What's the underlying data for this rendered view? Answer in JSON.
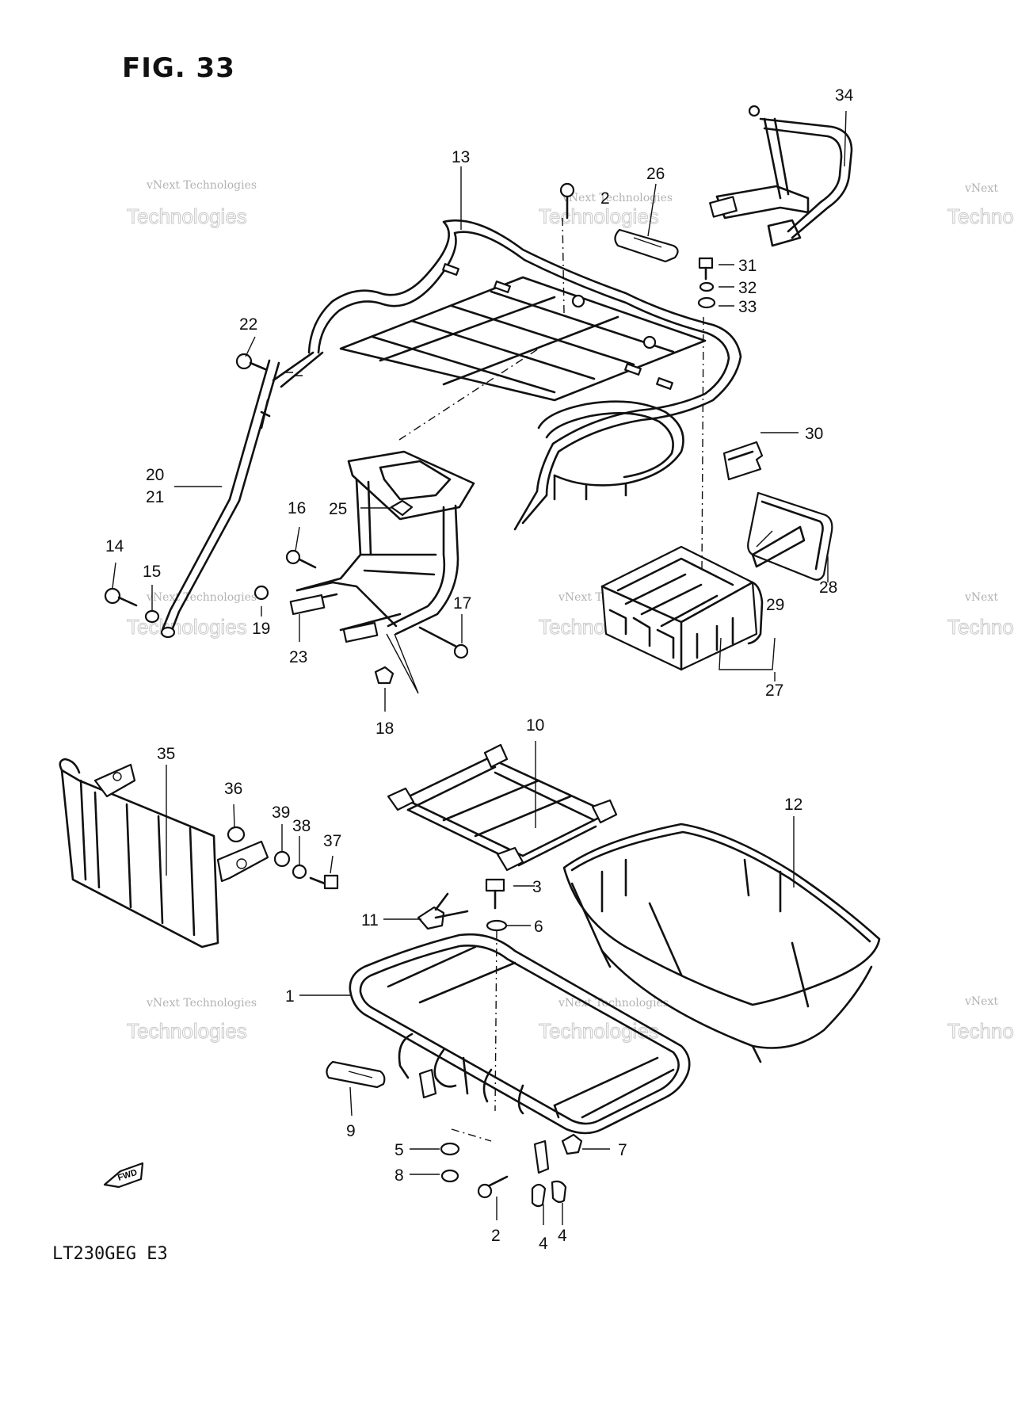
{
  "figure": {
    "title": "FIG. 33",
    "model_code": "LT230GEG  E3",
    "fwd_label": "FWD"
  },
  "watermark": {
    "small": "vNext Technologies",
    "big": "Technologies",
    "mini": "vNext"
  },
  "callouts": {
    "c1": "1",
    "c2": "2",
    "c2b": "2",
    "c3": "3",
    "c4a": "4",
    "c4b": "4",
    "c5": "5",
    "c6": "6",
    "c7": "7",
    "c8": "8",
    "c9": "9",
    "c10": "10",
    "c11": "11",
    "c12": "12",
    "c13": "13",
    "c14": "14",
    "c15": "15",
    "c16": "16",
    "c17": "17",
    "c18": "18",
    "c19": "19",
    "c20": "20",
    "c21": "21",
    "c22": "22",
    "c23": "23",
    "c25": "25",
    "c26": "26",
    "c27": "27",
    "c28": "28",
    "c29": "29",
    "c30": "30",
    "c31": "31",
    "c32": "32",
    "c33": "33",
    "c34": "34",
    "c35": "35",
    "c36": "36",
    "c37": "37",
    "c38": "38",
    "c39": "39"
  }
}
